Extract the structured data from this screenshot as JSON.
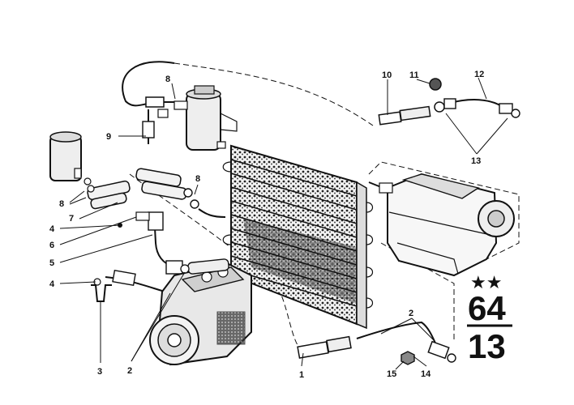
{
  "callouts": {
    "c1": "1",
    "c2a": "2",
    "c2b": "2",
    "c3": "3",
    "c4a": "4",
    "c4b": "4",
    "c5": "5",
    "c6": "6",
    "c7": "7",
    "c8a": "8",
    "c8b": "8",
    "c8c": "8",
    "c9": "9",
    "c10": "10",
    "c11": "11",
    "c12": "12",
    "c13": "13",
    "c14": "14",
    "c15": "15"
  },
  "badge": {
    "stars": "★★",
    "group": "64",
    "subgroup": "13"
  }
}
